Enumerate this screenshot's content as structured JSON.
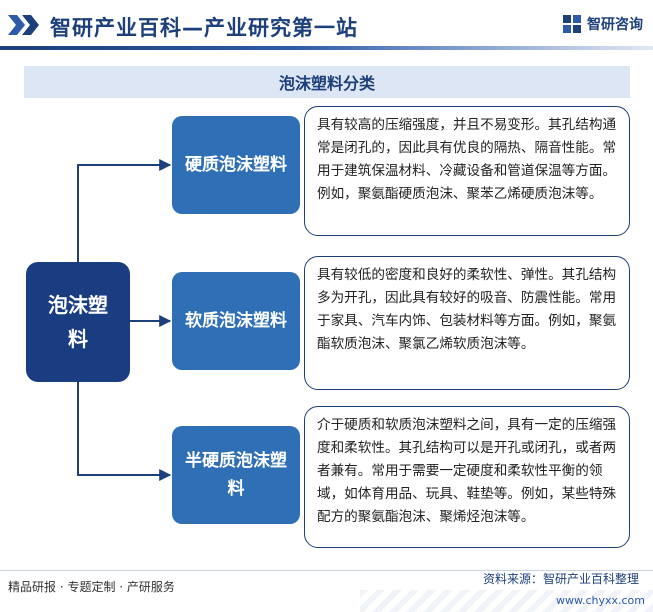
{
  "header": {
    "title": "智研产业百科—产业研究第一站",
    "logo_text": "智研咨询",
    "accent_color": "#1d3f7a"
  },
  "diagram": {
    "title": "泡沫塑料分类",
    "root": "泡沫塑料",
    "branches": [
      {
        "label": "硬质泡沫塑料",
        "description": "具有较高的压缩强度，并且不易变形。其孔结构通常是闭孔的，因此具有优良的隔热、隔音性能。常用于建筑保温材料、冷藏设备和管道保温等方面。例如，聚氨酯硬质泡沫、聚苯乙烯硬质泡沫等。"
      },
      {
        "label": "软质泡沫塑料",
        "description": "具有较低的密度和良好的柔软性、弹性。其孔结构多为开孔，因此具有较好的吸音、防震性能。常用于家具、汽车内饰、包装材料等方面。例如，聚氨酯软质泡沫、聚氯乙烯软质泡沫等。"
      },
      {
        "label": "半硬质泡沫塑料",
        "description": "介于硬质和软质泡沫塑料之间，具有一定的压缩强度和柔软性。其孔结构可以是开孔或闭孔，或者两者兼有。常用于需要一定硬度和柔软性平衡的领域，如体育用品、玩具、鞋垫等。例如，某些特殊配方的聚氨酯泡沫、聚烯烃泡沫等。"
      }
    ],
    "colors": {
      "root": "#1a3d82",
      "branch": "#2f6fb5",
      "connector": "#1d3f7a"
    }
  },
  "footer": {
    "services": "精品研报 · 专题定制 · 产研服务",
    "source": "资料来源：智研产业百科整理",
    "url": "www.chyxx.com"
  }
}
